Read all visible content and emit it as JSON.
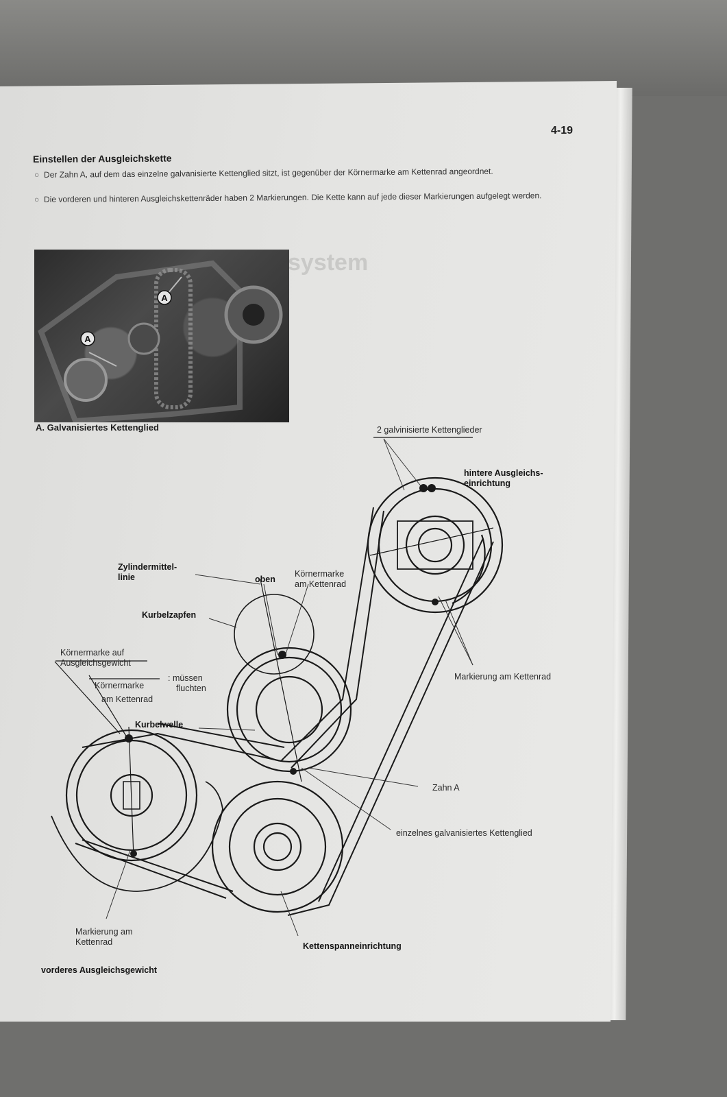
{
  "page": {
    "page_number": "4-19",
    "section_title": "Einstellen der Ausgleichskette",
    "bullets": [
      "Der Zahn A, auf dem das einzelne galvanisierte Kettenglied sitzt, ist gegenüber der Körnermarke am Kettenrad angeordnet.",
      "Die vorderen und hinteren Ausgleichskettenräder haben 2 Markierungen. Die Kette kann auf jede dieser Markierungen aufgelegt werden."
    ],
    "photo_marker": "A",
    "photo_caption": "A. Galvanisiertes Kettenglied",
    "bleed_through": "system"
  },
  "diagram": {
    "labels": {
      "two_links": "2 galvinisierte Kettenglieder",
      "rear_balancer_1": "hintere Ausgleichs-",
      "rear_balancer_2": "einrichtung",
      "cyl_center_1": "Zylindermittel-",
      "cyl_center_2": "linie",
      "top": "oben",
      "punch_mark_sprocket_1": "Körnermarke",
      "punch_mark_sprocket_2": "am Kettenrad",
      "crank_pin": "Kurbelzapfen",
      "punch_weight_1": "Körnermarke auf",
      "punch_weight_2": "Ausgleichsgewicht",
      "punch_mark_2_1": "Körnermarke",
      "punch_mark_2_2": "am Kettenrad",
      "must_align_1": ": müssen",
      "must_align_2": "fluchten",
      "crankshaft": "Kurbelwelle",
      "mark_sprocket_right": "Markierung am Kettenrad",
      "tooth_a": "Zahn A",
      "single_link": "einzelnes galvanisiertes Kettenglied",
      "mark_sprocket_left_1": "Markierung am",
      "mark_sprocket_left_2": "Kettenrad",
      "tensioner": "Kettenspanneinrichtung",
      "front_balancer": "vorderes Ausgleichsgewicht"
    }
  }
}
